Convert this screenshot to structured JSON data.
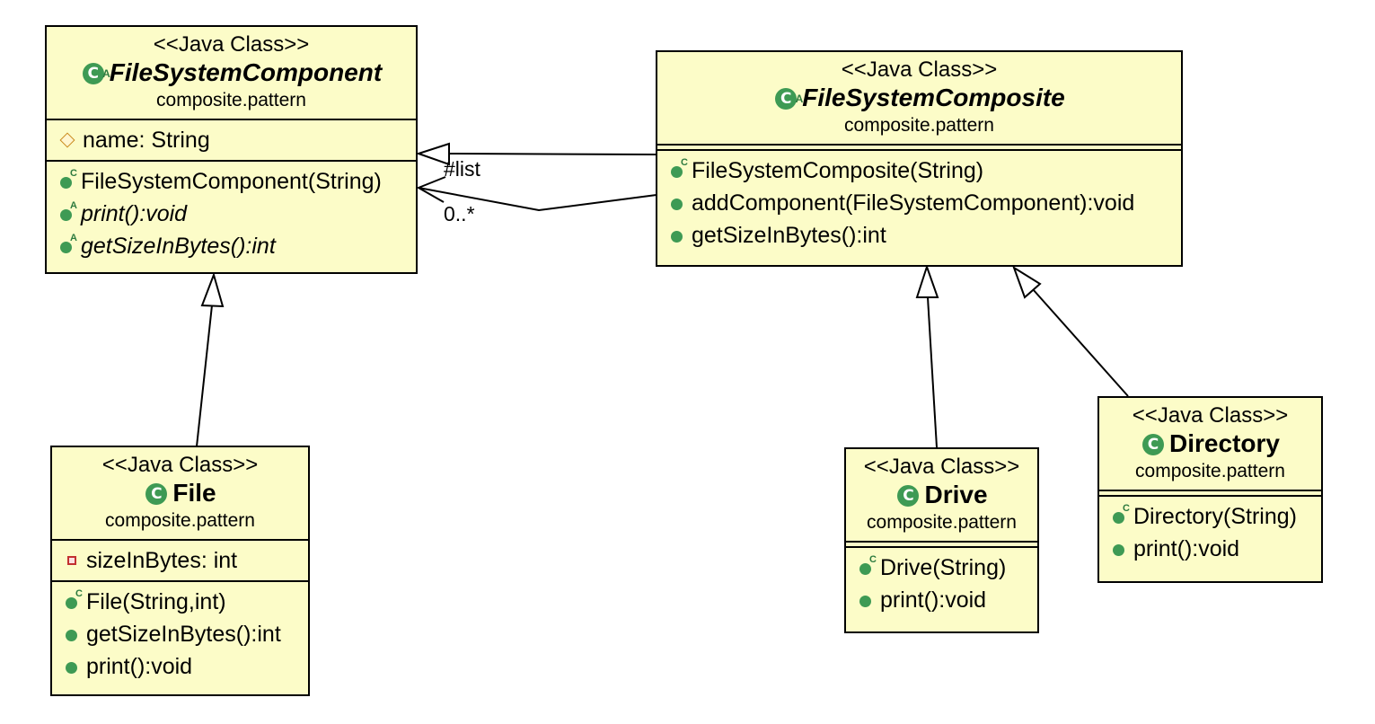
{
  "classes": {
    "fsc": {
      "stereotype": "<<Java Class>>",
      "name": "FileSystemComponent",
      "package": "composite.pattern",
      "fields": [
        "name: String"
      ],
      "methods": [
        "FileSystemComponent(String)",
        "print():void",
        "getSizeInBytes():int"
      ]
    },
    "composite": {
      "stereotype": "<<Java Class>>",
      "name": "FileSystemComposite",
      "package": "composite.pattern",
      "methods": [
        "FileSystemComposite(String)",
        "addComponent(FileSystemComponent):void",
        "getSizeInBytes():int"
      ]
    },
    "file": {
      "stereotype": "<<Java Class>>",
      "name": "File",
      "package": "composite.pattern",
      "fields": [
        "sizeInBytes: int"
      ],
      "methods": [
        "File(String,int)",
        "getSizeInBytes():int",
        "print():void"
      ]
    },
    "drive": {
      "stereotype": "<<Java Class>>",
      "name": "Drive",
      "package": "composite.pattern",
      "methods": [
        "Drive(String)",
        "print():void"
      ]
    },
    "directory": {
      "stereotype": "<<Java Class>>",
      "name": "Directory",
      "package": "composite.pattern",
      "methods": [
        "Directory(String)",
        "print():void"
      ]
    }
  },
  "association": {
    "role": "#list",
    "multiplicity": "0..*"
  }
}
